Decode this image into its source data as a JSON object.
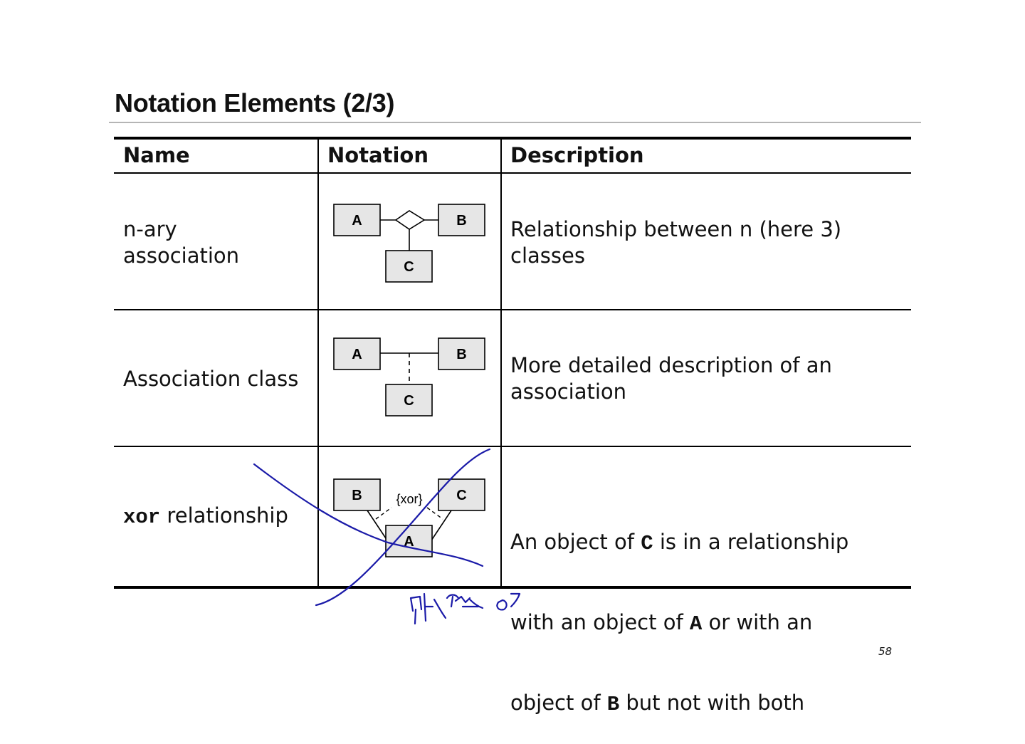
{
  "slide": {
    "title": "Notation Elements (2/3)",
    "page_number": "58"
  },
  "table": {
    "headers": [
      "Name",
      "Notation",
      "Description"
    ],
    "rows": [
      {
        "name_line1": "n-ary",
        "name_line2": "association",
        "notation": {
          "box1": "A",
          "box2": "B",
          "box3": "C"
        },
        "desc_line1": "Relationship between n (here 3)",
        "desc_line2": "classes"
      },
      {
        "name": "Association class",
        "notation": {
          "box1": "A",
          "box2": "B",
          "box3": "C"
        },
        "desc_line1": "More detailed description of an",
        "desc_line2": "association"
      },
      {
        "name_code": "xor",
        "name_rest": " relationship",
        "notation": {
          "box1": "B",
          "box2": "C",
          "box3": "A",
          "constraint": "{xor}"
        },
        "desc_line1_a": "An object of ",
        "desc_line1_code": "C",
        "desc_line1_b": " is in a relationship",
        "desc_line2_a": "with an object of ",
        "desc_line2_code": "A",
        "desc_line2_b": " or with an",
        "desc_line3_a": "object of ",
        "desc_line3_code": "B",
        "desc_line3_b": " but not with both"
      }
    ]
  },
  "colors": {
    "box_fill": "#e6e6e6",
    "ink": "#1a1aa8"
  }
}
